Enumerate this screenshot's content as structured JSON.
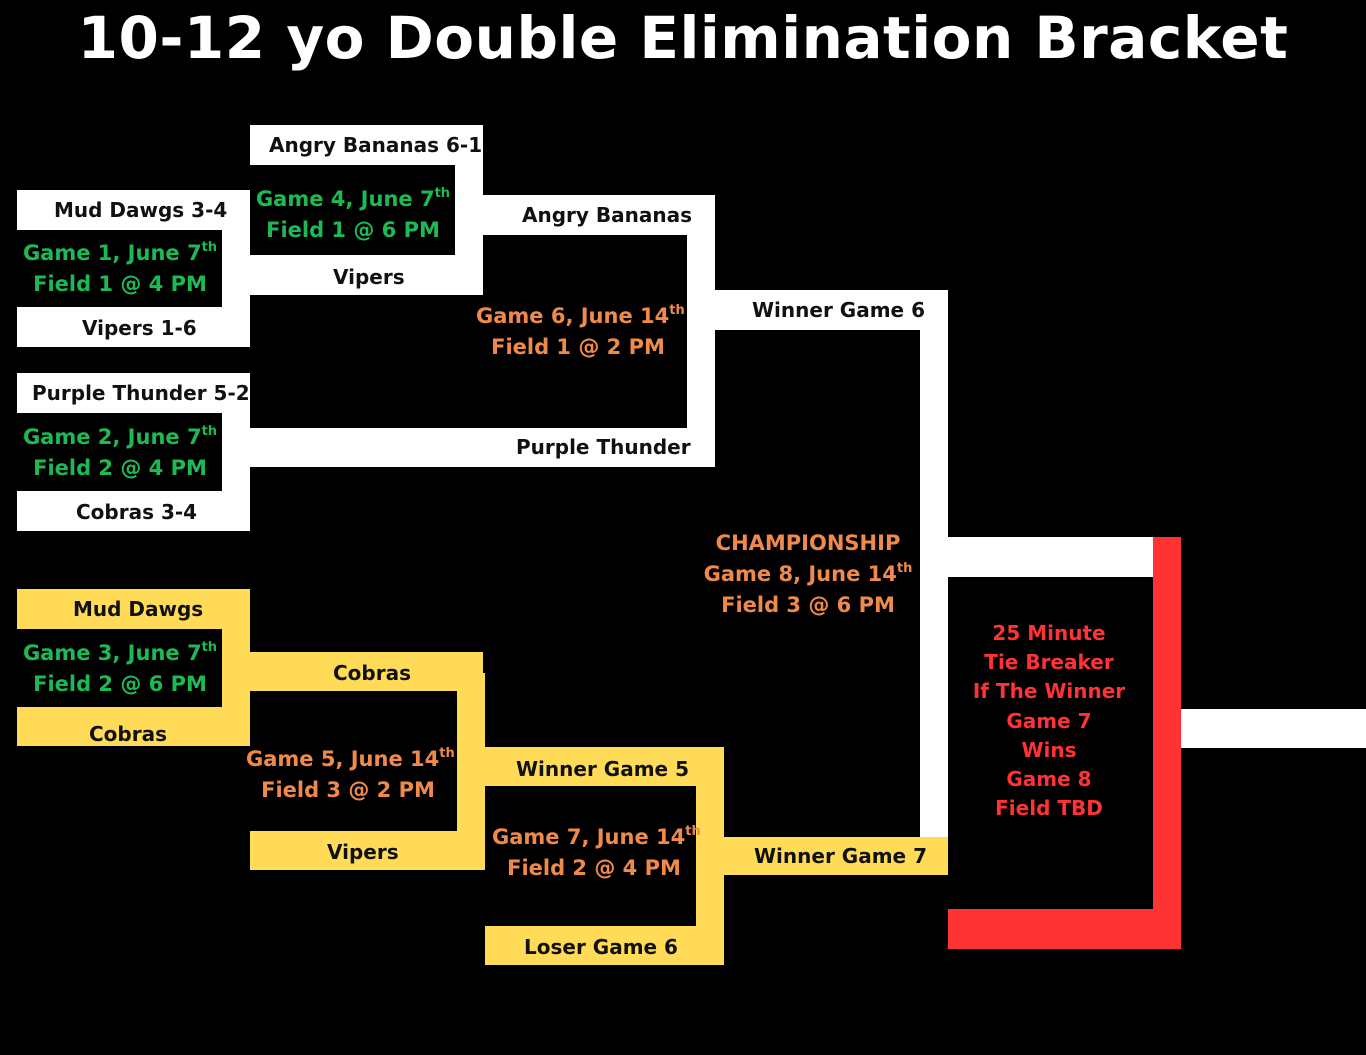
{
  "title": "10-12 yo Double Elimination Bracket",
  "colors": {
    "background": "#000000",
    "winners_bracket": "#ffffff",
    "losers_bracket": "#ffdb58",
    "championship_bracket": "#ff3333",
    "first_round_text": "#1db954",
    "later_round_text": "#f08a4b",
    "tiebreaker_text": "#ff3333"
  },
  "teams": {
    "g1_top": "Mud Dawgs 3-4",
    "g1_bottom": "Vipers 1-6",
    "g2_top": "Purple Thunder 5-2",
    "g2_bottom": "Cobras 3-4",
    "g4_top": "Angry Bananas 6-1",
    "g4_bottom": "Vipers",
    "g6_top": "Angry Bananas",
    "g6_bottom": "Purple Thunder",
    "g3_top": "Mud Dawgs",
    "g3_bottom": "Cobras",
    "g5_top": "Cobras",
    "g5_bottom": "Vipers",
    "g7_top": "Winner Game 5",
    "g7_bottom": "Loser Game 6",
    "g8_top": "Winner Game 6",
    "g8_bottom": "Winner Game 7"
  },
  "games": {
    "g1": {
      "line1": "Game 1, June 7",
      "sup": "th",
      "line2": "Field 1 @ 4 PM"
    },
    "g2": {
      "line1": "Game 2, June 7",
      "sup": "th",
      "line2": "Field 2 @ 4 PM"
    },
    "g3": {
      "line1": "Game 3, June 7",
      "sup": "th",
      "line2": "Field 2 @ 6 PM"
    },
    "g4": {
      "line1": "Game 4, June 7",
      "sup": "th",
      "line2": "Field 1 @ 6 PM"
    },
    "g5": {
      "line1": "Game 5, June 14",
      "sup": "th",
      "line2": "Field 3 @  2 PM"
    },
    "g6": {
      "line1": "Game 6, June 14",
      "sup": "th",
      "line2": "Field 1 @  2 PM"
    },
    "g7": {
      "line1": "Game 7, June 14",
      "sup": "th",
      "line2": "Field 2 @ 4 PM"
    },
    "g8": {
      "heading": "CHAMPIONSHIP",
      "line1": "Game 8, June 14",
      "sup": "th",
      "line2": "Field 3 @  6 PM"
    }
  },
  "tiebreaker": {
    "lines": [
      "25 Minute",
      "Tie Breaker",
      "If The Winner",
      "Game 7",
      "Wins",
      "Game 8",
      "Field TBD"
    ]
  }
}
